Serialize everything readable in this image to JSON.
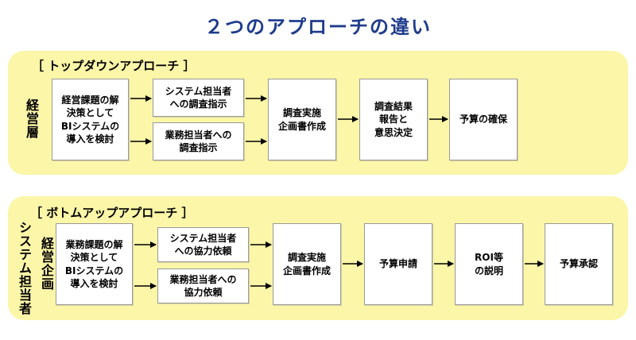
{
  "title": "２つのアプローチの違い",
  "top_down": {
    "label": "［ トップダウンアプローチ ］",
    "side_label": "経営層",
    "boxes": {
      "intro": "経営課題の解\n決策として\nBIシステムの\n導入を検討",
      "instruct_staff": "システム担当者\nへの調査指示",
      "instruct_business": "業務担当者への\n調査指示",
      "plan": "調査実施\n企画書作成",
      "report": "調査結果\n報告と\n意思決定",
      "budget": "予算の確保"
    }
  },
  "bottom_up": {
    "label": "［ ボトムアップアプローチ ］",
    "side_label_outer": "システム担当者",
    "side_label_inner": "経営企画",
    "boxes": {
      "intro": "業務課題の解\n決策として\nBIシステムの\n導入を検討",
      "request_staff": "システム担当者\nへの協力依頼",
      "request_business": "業務担当者への\n協力依頼",
      "plan": "調査実施\n企画書作成",
      "budget_request": "予算申請",
      "roi": "ROI等\nの説明",
      "approval": "予算承認"
    }
  }
}
